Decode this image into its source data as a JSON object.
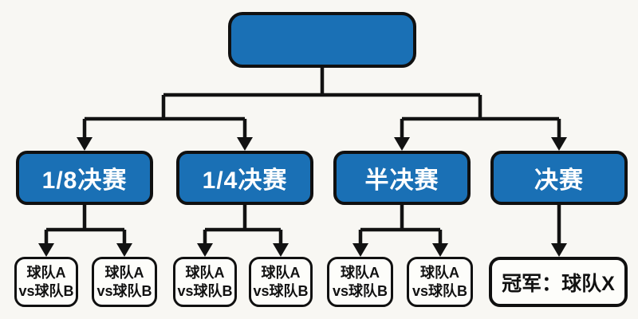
{
  "diagram": {
    "type": "tournament-bracket-flowchart",
    "root_label": "",
    "rounds": [
      {
        "label": "1/8决赛"
      },
      {
        "label": "1/4决赛"
      },
      {
        "label": "半决赛"
      },
      {
        "label": "决赛"
      }
    ],
    "matches": [
      {
        "line1": "球队A",
        "line2": "vs球队B"
      },
      {
        "line1": "球队A",
        "line2": "vs球队B"
      },
      {
        "line1": "球队A",
        "line2": "vs球队B"
      },
      {
        "line1": "球队A",
        "line2": "vs球队B"
      },
      {
        "line1": "球队A",
        "line2": "vs球队B"
      },
      {
        "line1": "球队A",
        "line2": "vs球队B"
      }
    ],
    "champion_label": "冠军：球队X",
    "colors": {
      "node_fill": "#1a70b5",
      "node_border": "#101010",
      "connector": "#121212",
      "background": "#f8f7f3",
      "match_fill": "#fdfdfa",
      "text_on_blue": "#ffffff",
      "text_on_white": "#111111"
    }
  }
}
